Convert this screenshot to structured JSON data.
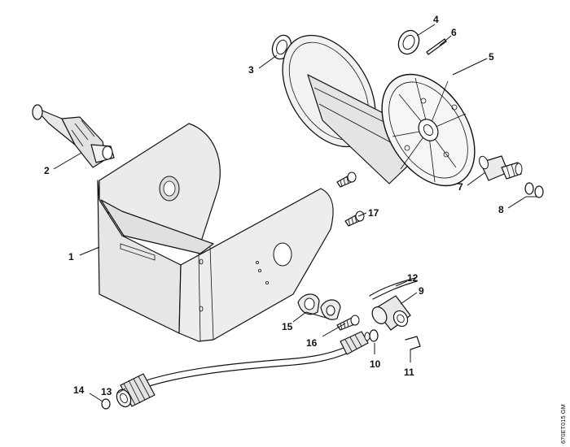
{
  "drawing_code": "670ET015 GM",
  "callouts": {
    "c1": "1",
    "c2": "2",
    "c3": "3",
    "c4": "4",
    "c5": "5",
    "c6": "6",
    "c7": "7",
    "c8": "8",
    "c9": "9",
    "c10": "10",
    "c11": "11",
    "c12": "12",
    "c13": "13",
    "c14": "14",
    "c15": "15",
    "c16": "16",
    "c17": "17"
  }
}
